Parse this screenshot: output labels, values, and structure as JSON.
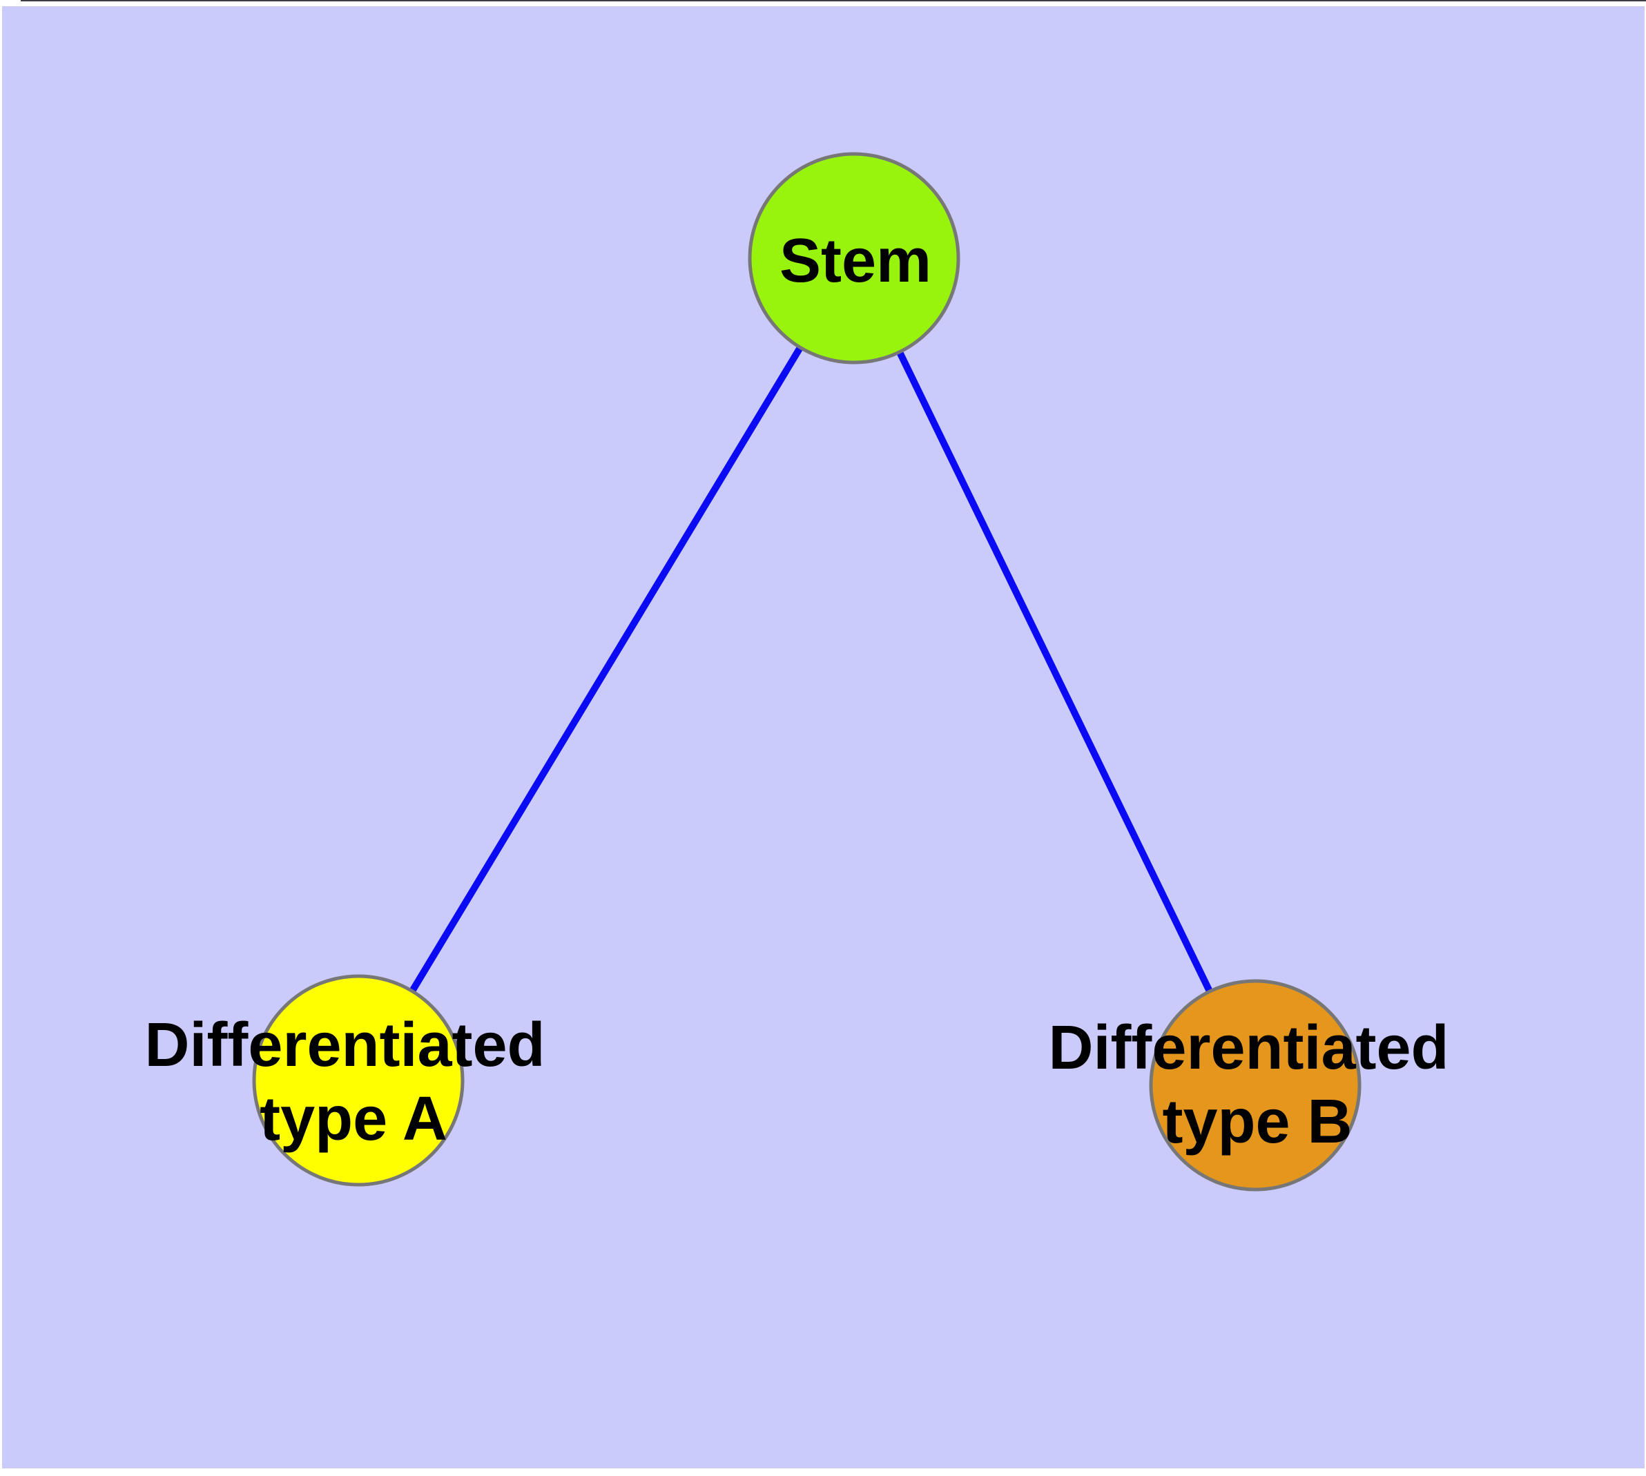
{
  "diagram": {
    "background_color": "#CACAFB",
    "frame": {
      "border_color": "#FFFFFF",
      "hairline_color": "#3C3C46"
    },
    "edge_color": "#0A0AF5",
    "node_border_color": "#777777",
    "label_color": "#000000",
    "nodes": [
      {
        "id": "stem",
        "label_lines": [
          "Stem"
        ],
        "color": "#98F30D"
      },
      {
        "id": "type-a",
        "label_lines": [
          "Differentiated",
          "type A"
        ],
        "color": "#FFFF00"
      },
      {
        "id": "type-b",
        "label_lines": [
          "Differentiated",
          "type B"
        ],
        "color": "#E5961C"
      }
    ],
    "edges": [
      {
        "from": "Stem",
        "to": "Differentiated type A"
      },
      {
        "from": "Stem",
        "to": "Differentiated type B"
      }
    ]
  }
}
